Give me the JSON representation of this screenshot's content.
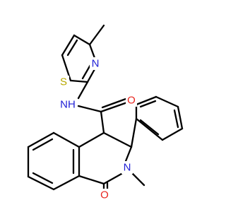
{
  "molecule": {
    "atoms": {
      "thiazole_s": {
        "text": "S",
        "color": "#b8a800"
      },
      "thiazole_n": {
        "text": "N",
        "color": "#1f1fd6"
      },
      "amide_nh": {
        "text": "NH",
        "color": "#1f1fd6"
      },
      "amide_o": {
        "text": "O",
        "color": "#e8251f"
      },
      "ring_n": {
        "text": "N",
        "color": "#1f1fd6"
      },
      "lactam_o": {
        "text": "O",
        "color": "#e8251f"
      }
    }
  }
}
